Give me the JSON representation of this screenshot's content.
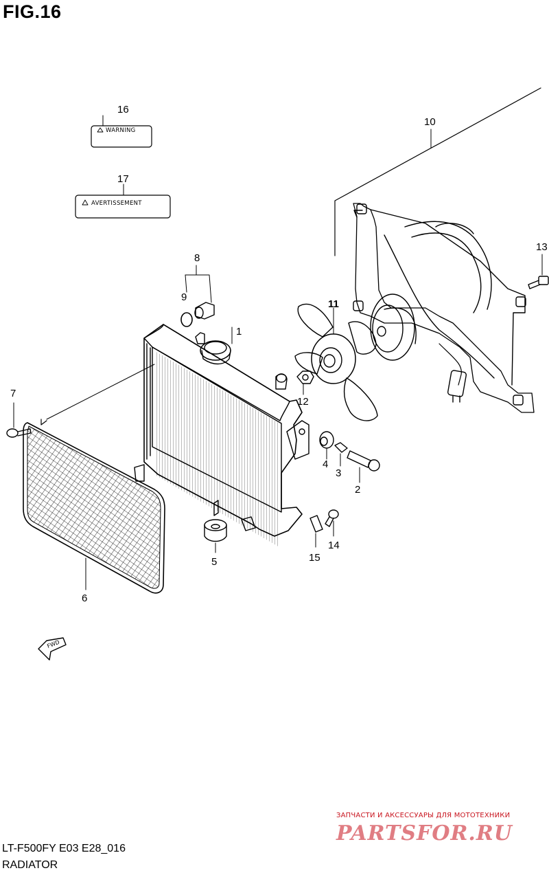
{
  "figure": {
    "title": "FIG.16"
  },
  "labels": {
    "warning_text": "WARNING",
    "avertissement_text": "AVERTISSEMENT",
    "fwd_text": "FWD"
  },
  "callouts": {
    "c1": "1",
    "c2": "2",
    "c3": "3",
    "c4": "4",
    "c5": "5",
    "c6": "6",
    "c7": "7",
    "c8": "8",
    "c9": "9",
    "c10": "10",
    "c11": "11",
    "c12": "12",
    "c13": "13",
    "c14": "14",
    "c15": "15",
    "c16": "16",
    "c17": "17"
  },
  "watermark": {
    "tagline": "ЗАПЧАСТИ И АКСЕССУАРЫ ДЛЯ МОТОТЕХНИКИ",
    "brand": "PARTSFOR.RU",
    "color": "#c8141e"
  },
  "footer": {
    "model_code": "LT-F500FY E03 E28_016",
    "section_name": "RADIATOR"
  }
}
